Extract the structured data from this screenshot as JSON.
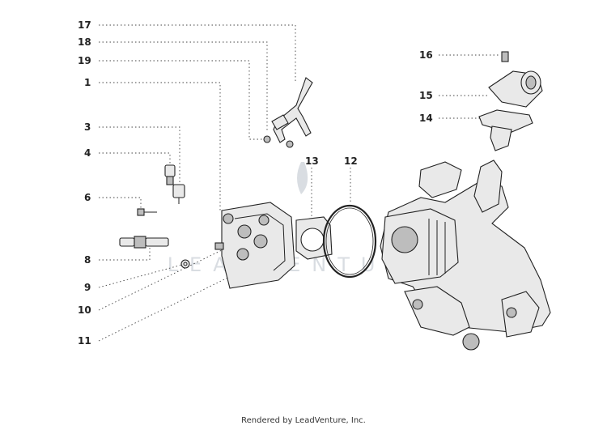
{
  "diagram": {
    "callouts": [
      "17",
      "18",
      "19",
      "1",
      "3",
      "4",
      "6",
      "8",
      "9",
      "10",
      "11",
      "13",
      "12",
      "16",
      "15",
      "14"
    ]
  },
  "watermark": {
    "text": "LEADVENTURE"
  },
  "footer": {
    "credit": "Rendered by LeadVenture, Inc."
  }
}
